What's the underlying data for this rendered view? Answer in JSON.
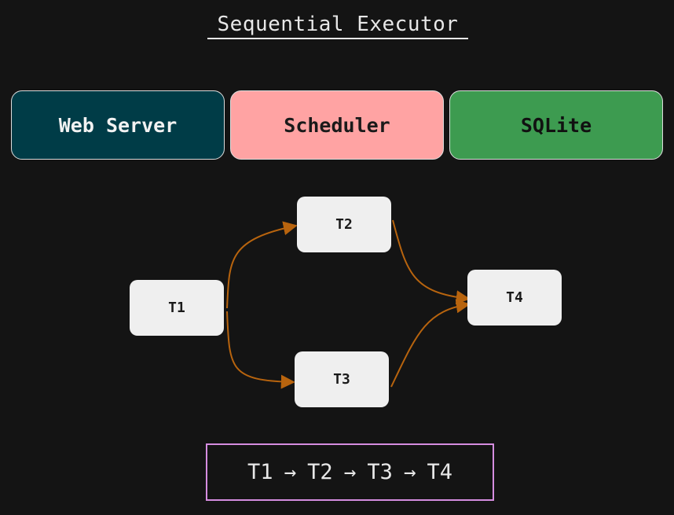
{
  "title": "Sequential Executor",
  "components": [
    {
      "label": "Web Server",
      "bg": "#003c47",
      "fg": "#f2f2f2"
    },
    {
      "label": "Scheduler",
      "bg": "#ffa3a3",
      "fg": "#1a1a1a"
    },
    {
      "label": "SQLite",
      "bg": "#3d9b50",
      "fg": "#111111"
    }
  ],
  "tasks": {
    "t1": "T1",
    "t2": "T2",
    "t3": "T3",
    "t4": "T4"
  },
  "edges": [
    {
      "from": "T1",
      "to": "T2"
    },
    {
      "from": "T1",
      "to": "T3"
    },
    {
      "from": "T2",
      "to": "T4"
    },
    {
      "from": "T3",
      "to": "T4"
    }
  ],
  "edge_color": "#b8640e",
  "sequence": {
    "items": [
      "T1",
      "T2",
      "T3",
      "T4"
    ],
    "arrow": "→",
    "border_color": "#d58de0"
  }
}
